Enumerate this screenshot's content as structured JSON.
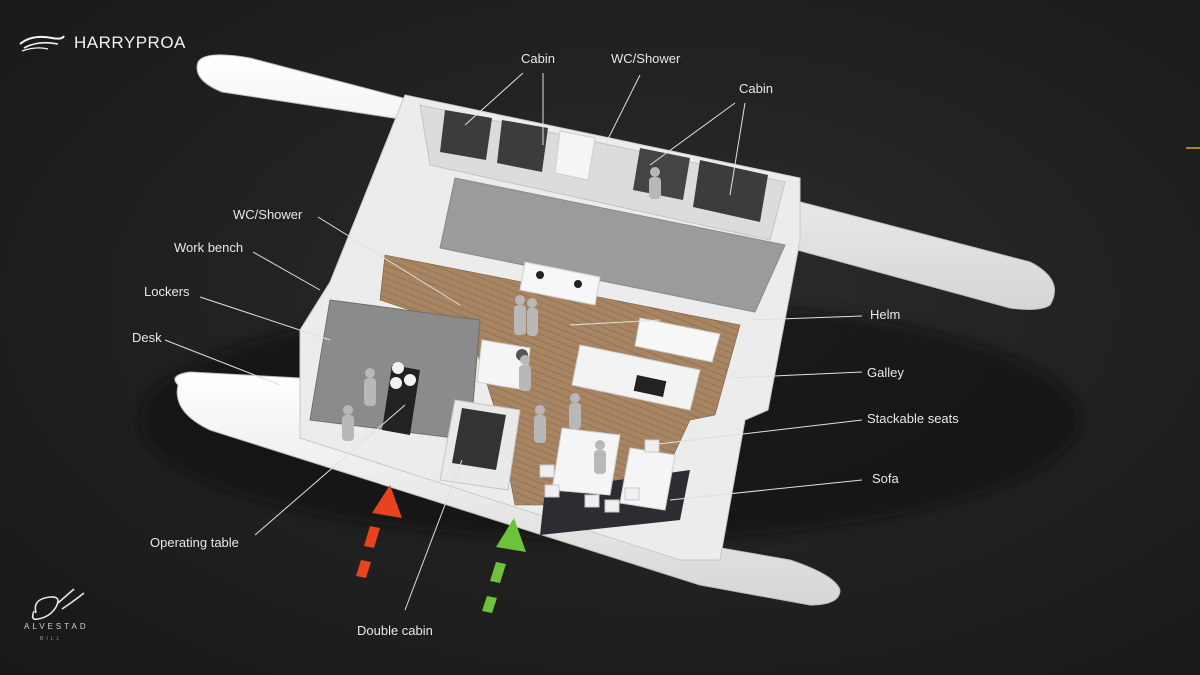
{
  "brand": {
    "name": "HARRYPROA",
    "logo_icon": "wave-swoosh-logo"
  },
  "signature": {
    "text": "ALVESTAD",
    "sub": "BILL"
  },
  "labels": {
    "cabin_1": "Cabin",
    "wc_shower_top": "WC/Shower",
    "cabin_2": "Cabin",
    "wc_shower_left": "WC/Shower",
    "work_bench": "Work bench",
    "lockers": "Lockers",
    "desk": "Desk",
    "helm": "Helm",
    "galley": "Galley",
    "stackable_seats": "Stackable seats",
    "sofa": "Sofa",
    "operating_table": "Operating table",
    "double_cabin": "Double cabin"
  },
  "colors": {
    "background": "#1c1c1c",
    "hull": "#f2f2f2",
    "floor_wood": "#a88562",
    "red_arrow": "#e8431f",
    "green_arrow": "#6cc23a",
    "leader_line": "#e0e0e0",
    "accent_tick": "#e0a020"
  }
}
